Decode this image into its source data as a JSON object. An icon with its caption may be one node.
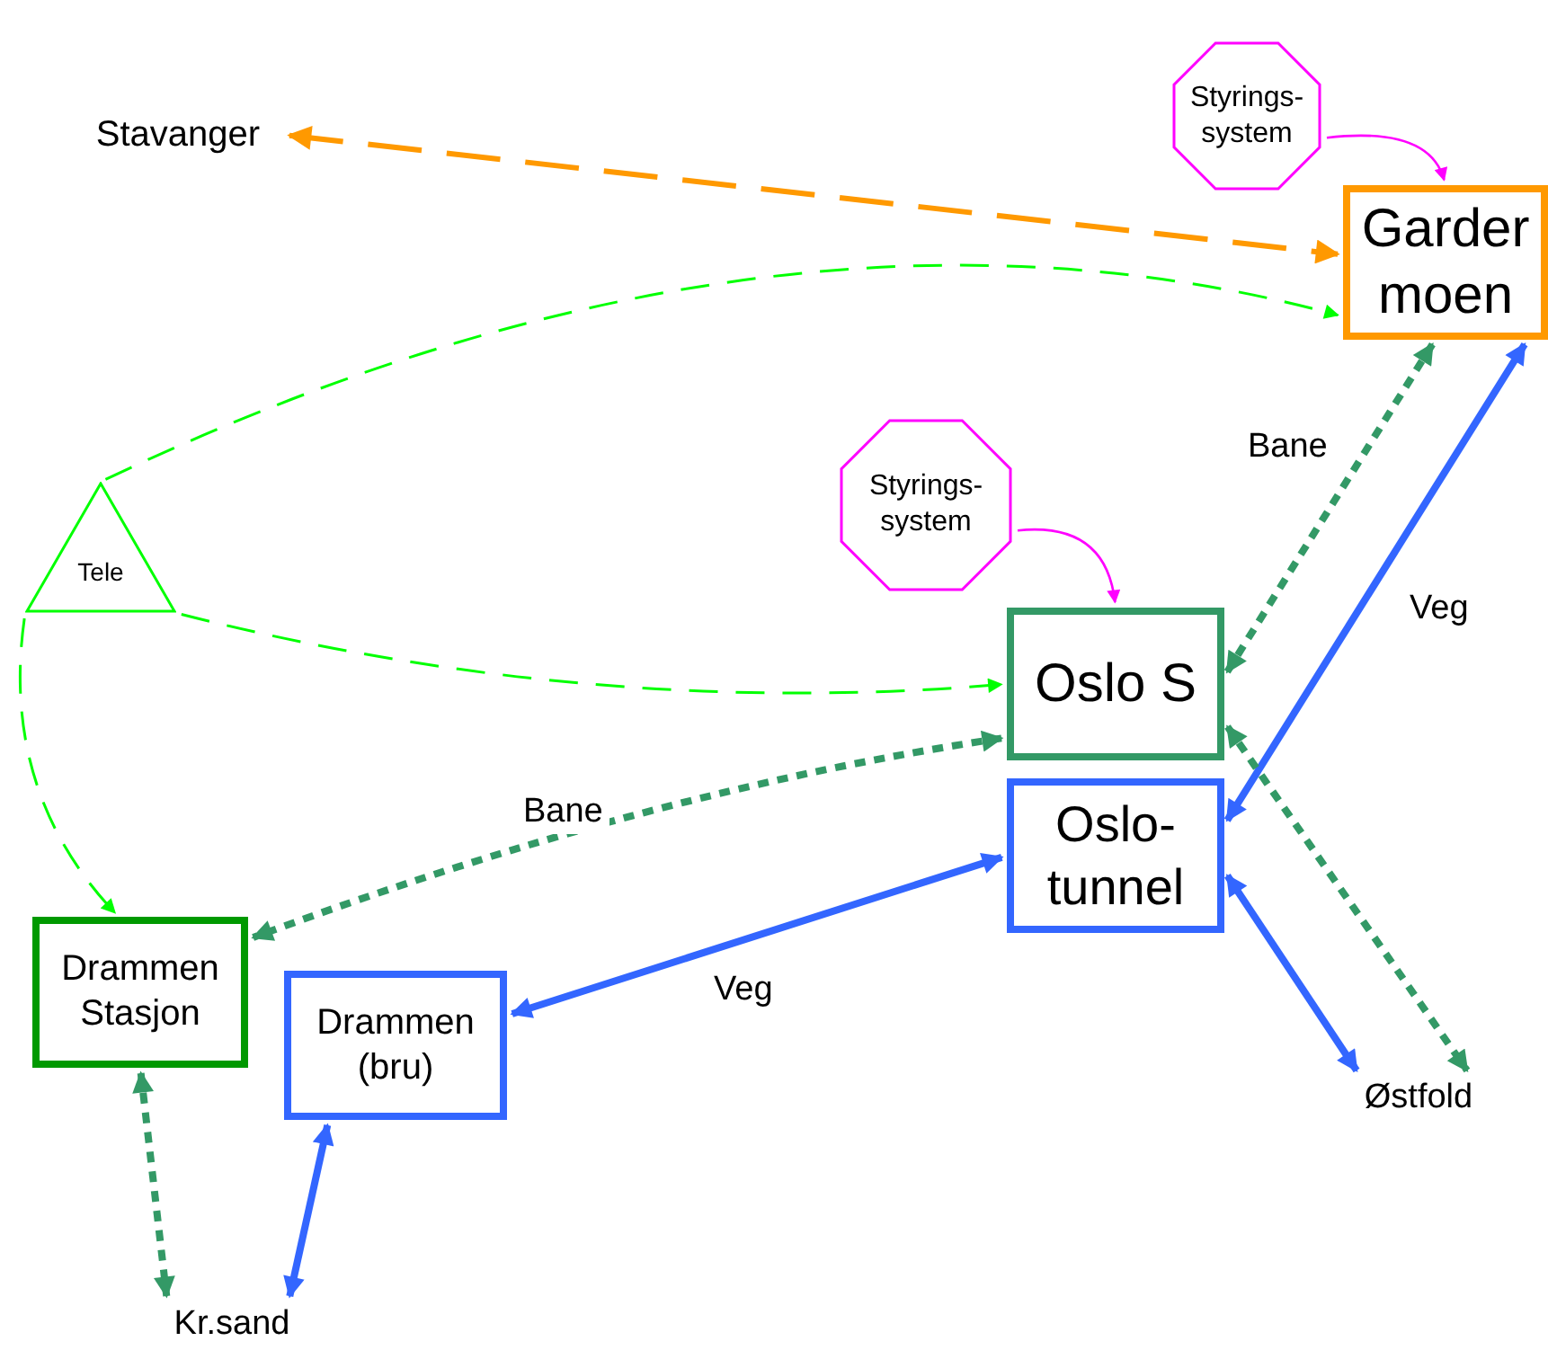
{
  "diagram": {
    "nodes": [
      {
        "text": [
          "Stavanger"
        ]
      },
      {
        "text": [
          "Styrings-system"
        ]
      },
      {
        "text": [
          "Garder moen"
        ]
      },
      {
        "text": [
          "Tele"
        ]
      },
      {
        "text": [
          "Styrings-system"
        ]
      },
      {
        "text": [
          "Oslo S"
        ]
      },
      {
        "text": [
          "Oslo-tunnel"
        ]
      },
      {
        "text": [
          "Drammen Stasjon"
        ]
      },
      {
        "text": [
          "Drammen (bru)"
        ]
      },
      {
        "text": [
          "Kr.sand"
        ]
      },
      {
        "text": [
          "Østfold"
        ]
      }
    ],
    "edges": [
      {
        "from": 0,
        "to": 2,
        "arrow": "both",
        "style": "dashed",
        "color": "#ff9900"
      },
      {
        "from": 1,
        "to": 2,
        "arrow": "to",
        "color": "#ff00ff"
      },
      {
        "from": 3,
        "to": 2,
        "arrow": "to",
        "style": "dashed",
        "color": "#00ff00"
      },
      {
        "from": 4,
        "to": 5,
        "arrow": "to",
        "color": "#ff00ff"
      },
      {
        "from": 3,
        "to": 5,
        "arrow": "to",
        "style": "dashed",
        "color": "#00ff00"
      },
      {
        "from": 3,
        "to": 7,
        "arrow": "to",
        "style": "dashed",
        "color": "#00ff00"
      },
      {
        "from": 2,
        "to": 5,
        "arrow": "both",
        "label": "Bane",
        "style": "dashed",
        "color": "#339966"
      },
      {
        "from": 2,
        "to": 6,
        "arrow": "both",
        "label": "Veg",
        "color": "#3366ff"
      },
      {
        "from": 5,
        "to": 7,
        "arrow": "both",
        "label": "Bane",
        "style": "dashed",
        "color": "#339966"
      },
      {
        "from": 6,
        "to": 8,
        "arrow": "both",
        "label": "Veg",
        "color": "#3366ff"
      },
      {
        "from": 6,
        "to": 10,
        "arrow": "both",
        "color": "#3366ff"
      },
      {
        "from": 5,
        "to": 10,
        "arrow": "both",
        "style": "dashed",
        "color": "#339966"
      },
      {
        "from": 7,
        "to": 9,
        "arrow": "both",
        "style": "dashed",
        "color": "#339966"
      },
      {
        "from": 8,
        "to": 9,
        "arrow": "both",
        "color": "#3366ff"
      }
    ]
  }
}
